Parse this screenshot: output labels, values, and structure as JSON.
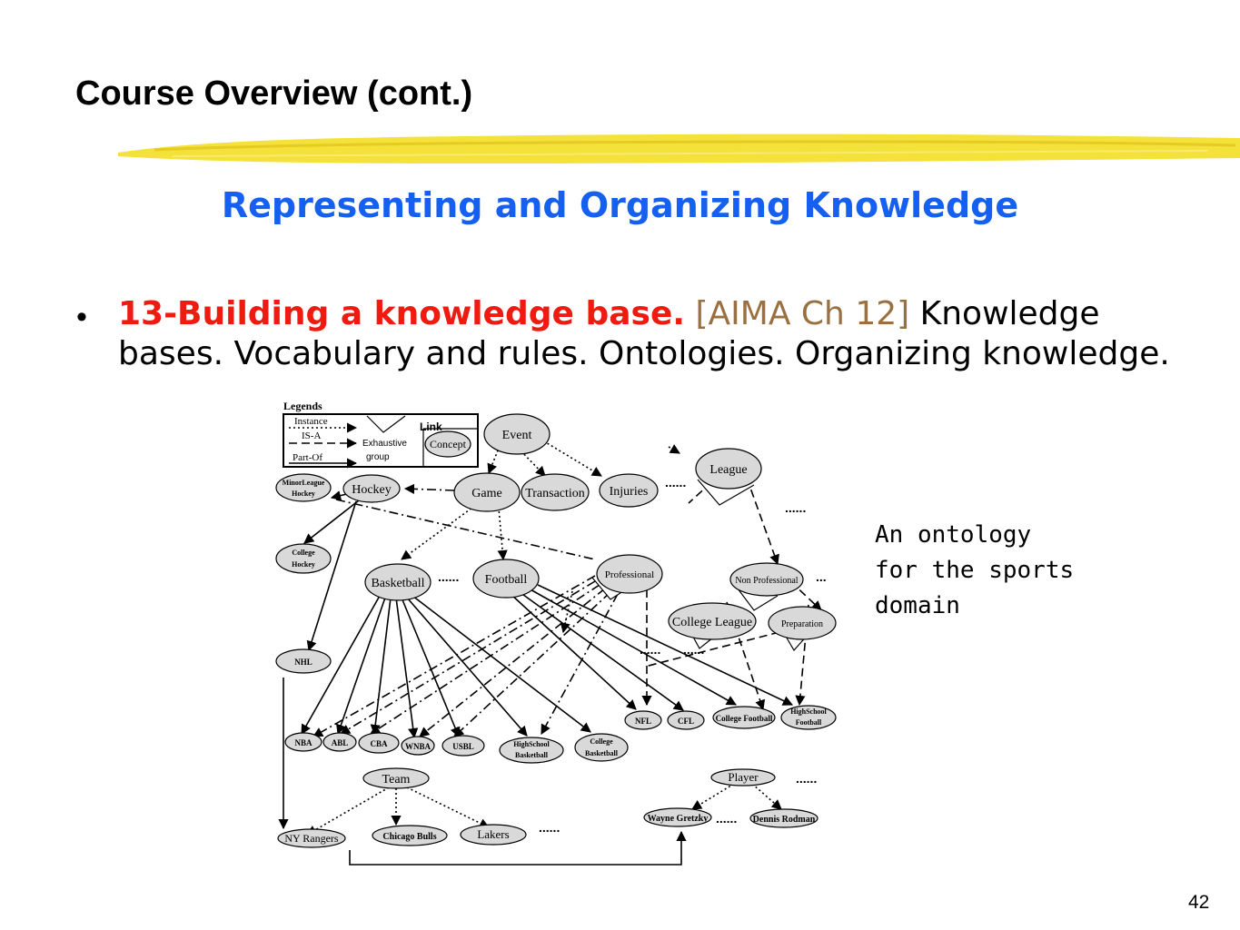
{
  "slide": {
    "title": "Course Overview (cont.)",
    "subtitle": "Representing and Organizing Knowledge",
    "bullet": {
      "highlight": "13-Building a knowledge base.",
      "reference": "[AIMA Ch 12]",
      "text": "Knowledge bases. Vocabulary and rules. Ontologies. Organizing knowledge."
    },
    "caption": "An ontology\nfor the sports\ndomain",
    "page_number": "42"
  },
  "colors": {
    "title": "#000000",
    "subtitle": "#1560f0",
    "highlight": "#ef1a10",
    "reference": "#9a7040",
    "accent_stroke": "#f4e13a",
    "node_fill": "#d9d9d9"
  },
  "diagram": {
    "legend": {
      "title": "Legends",
      "instance": "Instance",
      "is_a": "IS-A",
      "part_of": "Part-Of",
      "link": "Link",
      "exhaustive": "Exhaustive",
      "group": "group",
      "concept": "Concept"
    },
    "nodes": {
      "event": "Event",
      "game": "Game",
      "transaction": "Transaction",
      "injuries": "Injuries",
      "league": "League",
      "hockey": "Hockey",
      "minor_league_hockey_1": "MinorLeague",
      "minor_league_hockey_2": "Hockey",
      "college_hockey_1": "College",
      "college_hockey_2": "Hockey",
      "nhl": "NHL",
      "basketball": "Basketball",
      "football": "Football",
      "professional": "Professional",
      "non_professional": "Non Professional",
      "college_league": "College League",
      "preparation": "Preparation",
      "nba": "NBA",
      "abl": "ABL",
      "cba": "CBA",
      "wnba": "WNBA",
      "usbl": "USBL",
      "highschool_basketball_1": "HighSchool",
      "highschool_basketball_2": "Basketball",
      "college_basketball_1": "College",
      "college_basketball_2": "Basketball",
      "nfl": "NFL",
      "cfl": "CFL",
      "college_football": "College Football",
      "highschool_football_1": "HighSchool",
      "highschool_football_2": "Football",
      "team": "Team",
      "ny_rangers": "NY Rangers",
      "chicago_bulls": "Chicago Bulls",
      "lakers": "Lakers",
      "player": "Player",
      "wayne_gretzky": "Wayne Gretzky",
      "dennis_rodman": "Dennis Rodman"
    },
    "ellipsis": "......",
    "ellipsis_short": "..."
  }
}
